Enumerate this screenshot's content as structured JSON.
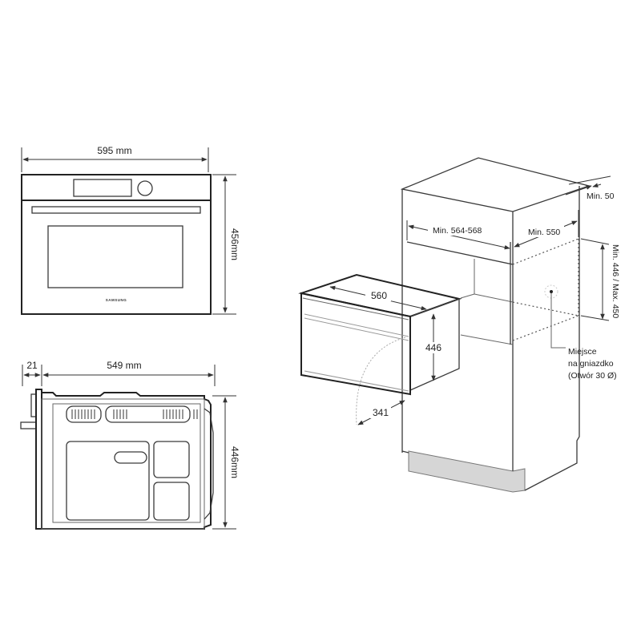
{
  "front_view": {
    "width_label": "595 mm",
    "height_label": "456mm",
    "brand_label": "SAMSUNG"
  },
  "side_view": {
    "door_depth_label": "21",
    "depth_label": "549 mm",
    "height_label": "446mm"
  },
  "installation_view": {
    "appliance_width_label": "560",
    "appliance_height_label": "446",
    "door_swing_label": "341",
    "niche_width_label": "Min. 564-568",
    "niche_depth_label": "Min. 550",
    "rear_gap_label": "Min. 50",
    "niche_height_label": "Min. 446 / Max. 450",
    "socket_note": {
      "line1": "Miejsce",
      "line2": "na gniazdko",
      "line3": "(Otwór 30 Ø)"
    }
  },
  "colors": {
    "line": "#3a3a3a",
    "plinth": "#d6d6d6",
    "background": "#ffffff"
  }
}
